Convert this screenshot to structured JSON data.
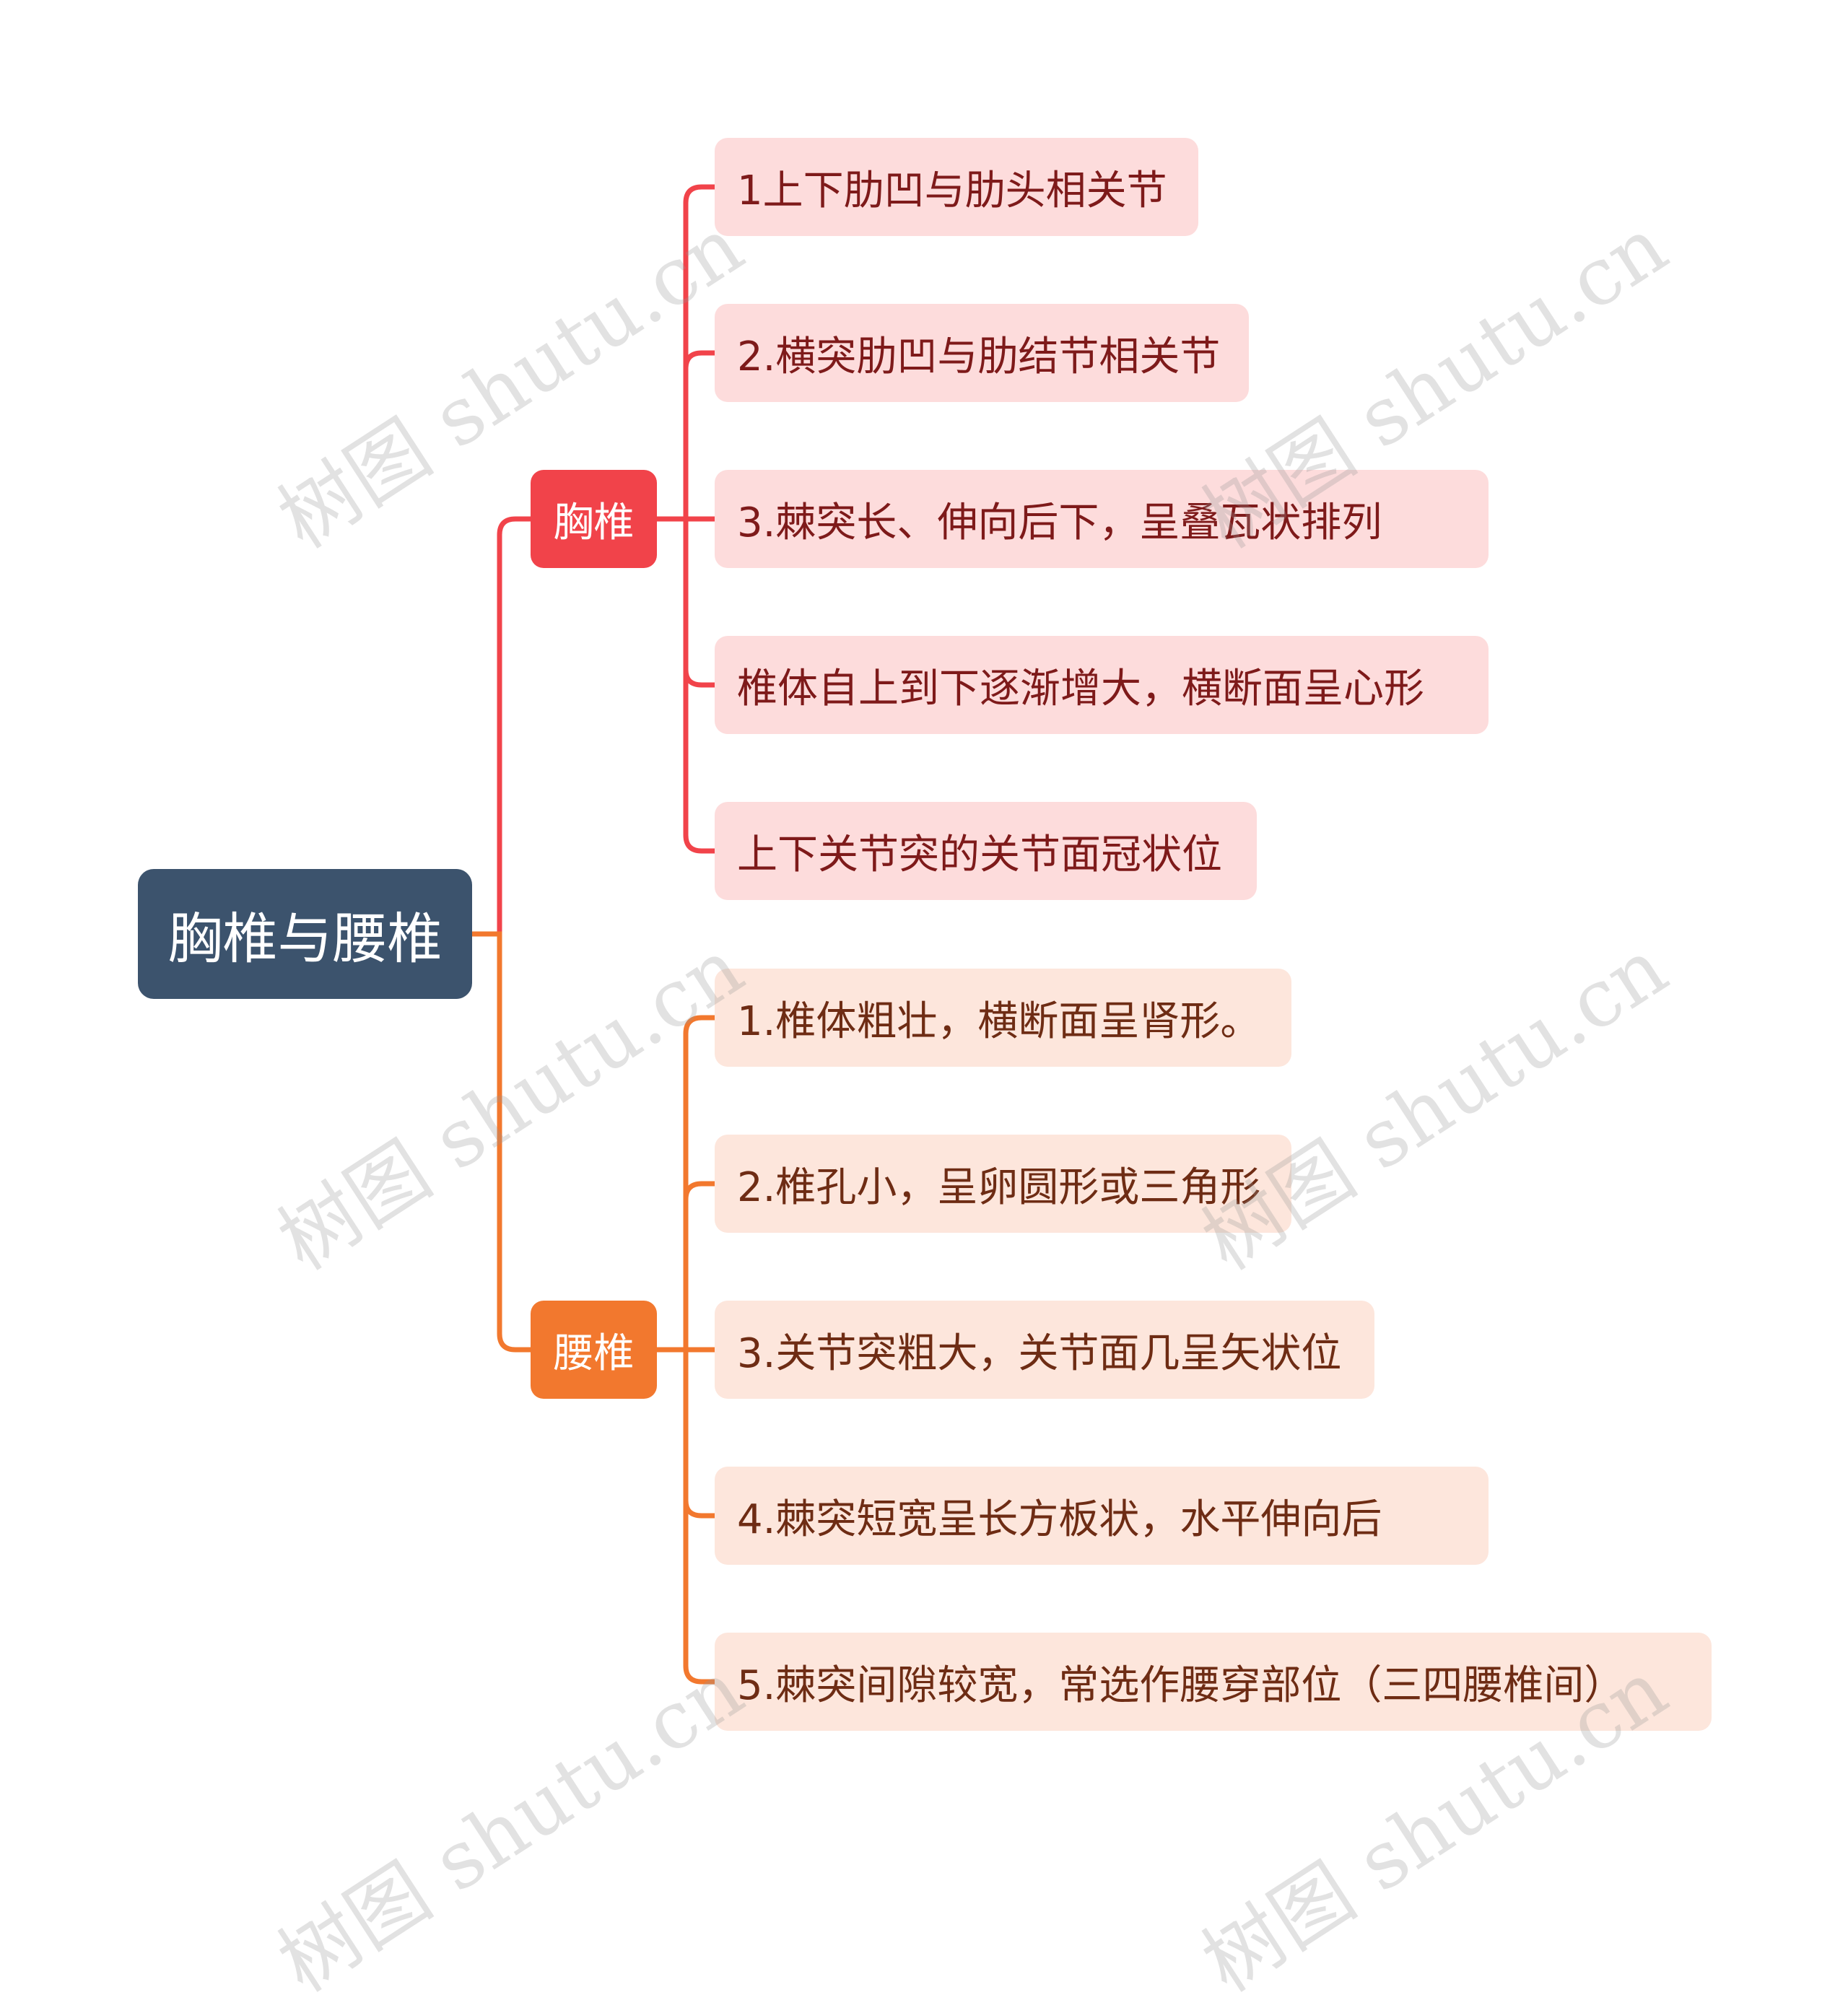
{
  "root": {
    "label": "胸椎与腰椎"
  },
  "branches": [
    {
      "label": "胸椎",
      "color": "#f1434a",
      "items": [
        "1上下肋凹与肋头相关节",
        "2.横突肋凹与肋结节相关节",
        "3.棘突长、伸向后下，呈叠瓦状排列",
        "椎体自上到下逐渐增大，横断面呈心形",
        "上下关节突的关节面冠状位"
      ]
    },
    {
      "label": "腰椎",
      "color": "#f2782e",
      "items": [
        "1.椎体粗壮，横断面呈肾形。",
        "2.椎孔小，呈卵圆形或三角形",
        "3.关节突粗大，关节面几呈矢状位",
        "4.棘突短宽呈长方板状，水平伸向后",
        "5.棘突间隙较宽，常选作腰穿部位（三四腰椎间）"
      ]
    }
  ],
  "watermark": "树图 shutu.cn"
}
